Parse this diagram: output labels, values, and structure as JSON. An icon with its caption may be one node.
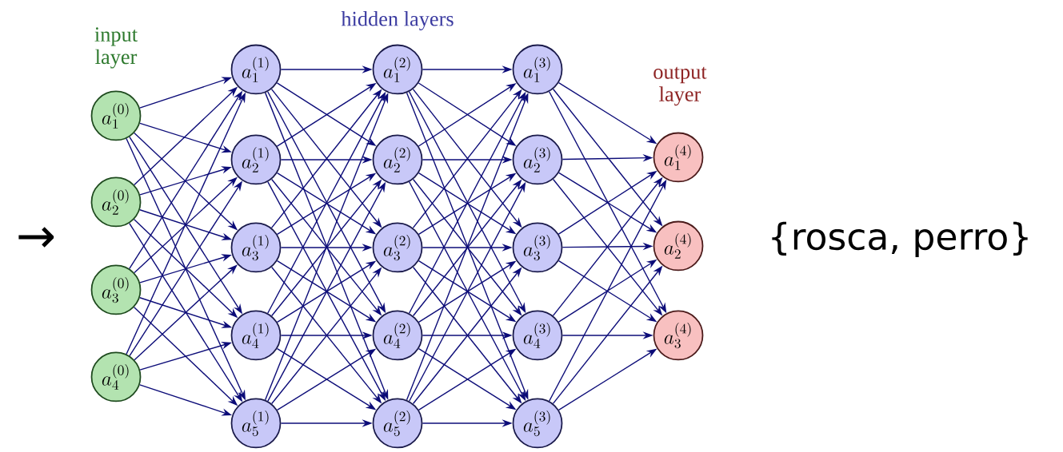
{
  "diagram": {
    "nodes": [
      {
        "text": [
          "a_1^{(0)}"
        ]
      },
      {
        "text": [
          "a_2^{(0)}"
        ]
      },
      {
        "text": [
          "a_3^{(0)}"
        ]
      },
      {
        "text": [
          "a_4^{(0)}"
        ]
      },
      {
        "text": [
          "a_1^{(1)}"
        ]
      },
      {
        "text": [
          "a_2^{(1)}"
        ]
      },
      {
        "text": [
          "a_3^{(1)}"
        ]
      },
      {
        "text": [
          "a_4^{(1)}"
        ]
      },
      {
        "text": [
          "a_5^{(1)}"
        ]
      },
      {
        "text": [
          "a_1^{(2)}"
        ]
      },
      {
        "text": [
          "a_2^{(2)}"
        ]
      },
      {
        "text": [
          "a_3^{(2)}"
        ]
      },
      {
        "text": [
          "a_4^{(2)}"
        ]
      },
      {
        "text": [
          "a_5^{(2)}"
        ]
      },
      {
        "text": [
          "a_1^{(3)}"
        ]
      },
      {
        "text": [
          "a_2^{(3)}"
        ]
      },
      {
        "text": [
          "a_3^{(3)}"
        ]
      },
      {
        "text": [
          "a_4^{(3)}"
        ]
      },
      {
        "text": [
          "a_5^{(3)}"
        ]
      },
      {
        "text": [
          "a_1^{(4)}"
        ]
      },
      {
        "text": [
          "a_2^{(4)}"
        ]
      },
      {
        "text": [
          "a_3^{(4)}"
        ]
      }
    ],
    "edges": [
      {
        "from": 0,
        "to": 4,
        "arrow": "to"
      },
      {
        "from": 0,
        "to": 5,
        "arrow": "to"
      },
      {
        "from": 0,
        "to": 6,
        "arrow": "to"
      },
      {
        "from": 0,
        "to": 7,
        "arrow": "to"
      },
      {
        "from": 0,
        "to": 8,
        "arrow": "to"
      },
      {
        "from": 1,
        "to": 4,
        "arrow": "to"
      },
      {
        "from": 1,
        "to": 5,
        "arrow": "to"
      },
      {
        "from": 1,
        "to": 6,
        "arrow": "to"
      },
      {
        "from": 1,
        "to": 7,
        "arrow": "to"
      },
      {
        "from": 1,
        "to": 8,
        "arrow": "to"
      },
      {
        "from": 2,
        "to": 4,
        "arrow": "to"
      },
      {
        "from": 2,
        "to": 5,
        "arrow": "to"
      },
      {
        "from": 2,
        "to": 6,
        "arrow": "to"
      },
      {
        "from": 2,
        "to": 7,
        "arrow": "to"
      },
      {
        "from": 2,
        "to": 8,
        "arrow": "to"
      },
      {
        "from": 3,
        "to": 4,
        "arrow": "to"
      },
      {
        "from": 3,
        "to": 5,
        "arrow": "to"
      },
      {
        "from": 3,
        "to": 6,
        "arrow": "to"
      },
      {
        "from": 3,
        "to": 7,
        "arrow": "to"
      },
      {
        "from": 3,
        "to": 8,
        "arrow": "to"
      },
      {
        "from": 4,
        "to": 9,
        "arrow": "to"
      },
      {
        "from": 4,
        "to": 10,
        "arrow": "to"
      },
      {
        "from": 4,
        "to": 11,
        "arrow": "to"
      },
      {
        "from": 4,
        "to": 12,
        "arrow": "to"
      },
      {
        "from": 4,
        "to": 13,
        "arrow": "to"
      },
      {
        "from": 5,
        "to": 9,
        "arrow": "to"
      },
      {
        "from": 5,
        "to": 10,
        "arrow": "to"
      },
      {
        "from": 5,
        "to": 11,
        "arrow": "to"
      },
      {
        "from": 5,
        "to": 12,
        "arrow": "to"
      },
      {
        "from": 5,
        "to": 13,
        "arrow": "to"
      },
      {
        "from": 6,
        "to": 9,
        "arrow": "to"
      },
      {
        "from": 6,
        "to": 10,
        "arrow": "to"
      },
      {
        "from": 6,
        "to": 11,
        "arrow": "to"
      },
      {
        "from": 6,
        "to": 12,
        "arrow": "to"
      },
      {
        "from": 6,
        "to": 13,
        "arrow": "to"
      },
      {
        "from": 7,
        "to": 9,
        "arrow": "to"
      },
      {
        "from": 7,
        "to": 10,
        "arrow": "to"
      },
      {
        "from": 7,
        "to": 11,
        "arrow": "to"
      },
      {
        "from": 7,
        "to": 12,
        "arrow": "to"
      },
      {
        "from": 7,
        "to": 13,
        "arrow": "to"
      },
      {
        "from": 8,
        "to": 9,
        "arrow": "to"
      },
      {
        "from": 8,
        "to": 10,
        "arrow": "to"
      },
      {
        "from": 8,
        "to": 11,
        "arrow": "to"
      },
      {
        "from": 8,
        "to": 12,
        "arrow": "to"
      },
      {
        "from": 8,
        "to": 13,
        "arrow": "to"
      },
      {
        "from": 9,
        "to": 14,
        "arrow": "to"
      },
      {
        "from": 9,
        "to": 15,
        "arrow": "to"
      },
      {
        "from": 9,
        "to": 16,
        "arrow": "to"
      },
      {
        "from": 9,
        "to": 17,
        "arrow": "to"
      },
      {
        "from": 9,
        "to": 18,
        "arrow": "to"
      },
      {
        "from": 10,
        "to": 14,
        "arrow": "to"
      },
      {
        "from": 10,
        "to": 15,
        "arrow": "to"
      },
      {
        "from": 10,
        "to": 16,
        "arrow": "to"
      },
      {
        "from": 10,
        "to": 17,
        "arrow": "to"
      },
      {
        "from": 10,
        "to": 18,
        "arrow": "to"
      },
      {
        "from": 11,
        "to": 14,
        "arrow": "to"
      },
      {
        "from": 11,
        "to": 15,
        "arrow": "to"
      },
      {
        "from": 11,
        "to": 16,
        "arrow": "to"
      },
      {
        "from": 11,
        "to": 17,
        "arrow": "to"
      },
      {
        "from": 11,
        "to": 18,
        "arrow": "to"
      },
      {
        "from": 12,
        "to": 14,
        "arrow": "to"
      },
      {
        "from": 12,
        "to": 15,
        "arrow": "to"
      },
      {
        "from": 12,
        "to": 16,
        "arrow": "to"
      },
      {
        "from": 12,
        "to": 17,
        "arrow": "to"
      },
      {
        "from": 12,
        "to": 18,
        "arrow": "to"
      },
      {
        "from": 13,
        "to": 14,
        "arrow": "to"
      },
      {
        "from": 13,
        "to": 15,
        "arrow": "to"
      },
      {
        "from": 13,
        "to": 16,
        "arrow": "to"
      },
      {
        "from": 13,
        "to": 17,
        "arrow": "to"
      },
      {
        "from": 13,
        "to": 18,
        "arrow": "to"
      },
      {
        "from": 14,
        "to": 19,
        "arrow": "to"
      },
      {
        "from": 14,
        "to": 20,
        "arrow": "to"
      },
      {
        "from": 14,
        "to": 21,
        "arrow": "to"
      },
      {
        "from": 15,
        "to": 19,
        "arrow": "to"
      },
      {
        "from": 15,
        "to": 20,
        "arrow": "to"
      },
      {
        "from": 15,
        "to": 21,
        "arrow": "to"
      },
      {
        "from": 16,
        "to": 19,
        "arrow": "to"
      },
      {
        "from": 16,
        "to": 20,
        "arrow": "to"
      },
      {
        "from": 16,
        "to": 21,
        "arrow": "to"
      },
      {
        "from": 17,
        "to": 19,
        "arrow": "to"
      },
      {
        "from": 17,
        "to": 20,
        "arrow": "to"
      },
      {
        "from": 17,
        "to": 21,
        "arrow": "to"
      },
      {
        "from": 18,
        "to": 19,
        "arrow": "to"
      },
      {
        "from": 18,
        "to": 20,
        "arrow": "to"
      },
      {
        "from": 18,
        "to": 21,
        "arrow": "to"
      }
    ],
    "labels": [
      "input layer",
      "hidden layers",
      "output layer",
      "→",
      "{rosca, perro}"
    ]
  }
}
